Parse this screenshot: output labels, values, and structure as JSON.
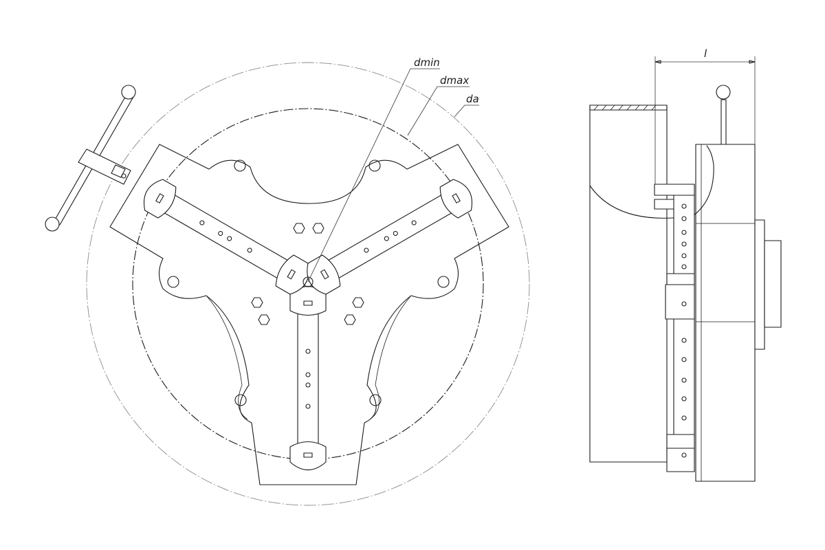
{
  "labels": {
    "dmin": "dmin",
    "dmax": "dmax",
    "da": "da",
    "length": "l"
  }
}
